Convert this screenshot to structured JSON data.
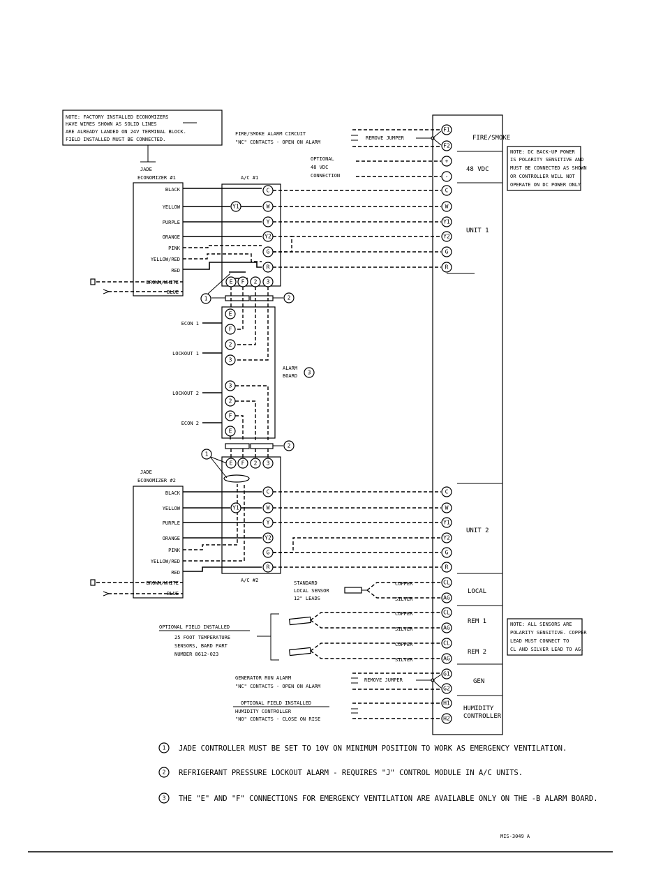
{
  "factory_note": [
    "NOTE: FACTORY INSTALLED ECONOMIZERS",
    "HAVE WIRES SHOWN AS SOLID LINES",
    "ARE ALREADY LANDED ON 24V TERMINAL BLOCK.",
    "FIELD INSTALLED MUST BE CONNECTED."
  ],
  "dc_note": [
    "NOTE: DC BACK-UP POWER",
    "IS POLARITY SENSITIVE AND",
    "MUST BE CONNECTED AS SHOWN",
    "OR CONTROLLER WILL NOT",
    "OPERATE ON DC POWER ONLY"
  ],
  "sensor_note": [
    "NOTE: ALL SENSORS ARE",
    "POLARITY SENSITIVE. COPPER",
    "LEAD MUST CONNECT TO",
    "CL AND SILVER LEAD TO AG."
  ],
  "econ1": {
    "title1": "JADE",
    "title2": "ECONOMIZER #1",
    "unit": "A/C #1"
  },
  "econ2": {
    "title1": "JADE",
    "title2": "ECONOMIZER #2",
    "unit": "A/C #2"
  },
  "econ_wires": [
    "BLACK",
    "YELLOW",
    "PURPLE",
    "ORANGE",
    "PINK",
    "YELLOW/RED",
    "RED",
    "BROWN/WHITE",
    "BLUE"
  ],
  "ac_terminals": [
    "C",
    "W",
    "Y",
    "Y2",
    "G",
    "R"
  ],
  "y1_label": "Y1",
  "efz3": [
    "E",
    "F",
    "2",
    "3"
  ],
  "alarm_board": {
    "title1": "ALARM",
    "title2": "BOARD",
    "econ1": "ECON 1",
    "lockout1": "LOCKOUT 1",
    "lockout2": "LOCKOUT 2",
    "econ2": "ECON 2"
  },
  "fire": {
    "line1": "FIRE/SMOKE ALARM CIRCUIT",
    "line2": "\"NC\" CONTACTS - OPEN ON ALARM",
    "jumper": "REMOVE JUMPER",
    "panel": "FIRE/SMOKE"
  },
  "dc": {
    "line1": "OPTIONAL",
    "line2": "48 VDC",
    "line3": "CONNECTION",
    "panel": "48 VDC"
  },
  "unit1": "UNIT 1",
  "unit2": "UNIT 2",
  "local": {
    "line1": "STANDARD",
    "line2": "LOCAL SENSOR",
    "line3": "12\" LEADS",
    "panel": "LOCAL"
  },
  "field": {
    "line1": "OPTIONAL FIELD INSTALLED",
    "line2": "25 FOOT TEMPERATURE",
    "line3": "SENSORS, BARD PART",
    "line4": "NUMBER 8612-023"
  },
  "copper": "COPPER",
  "silver": "SILVER",
  "rem1": "REM 1",
  "rem2": "REM 2",
  "gen": {
    "line1": "GENERATOR RUN ALARM",
    "line2": "\"NC\" CONTACTS - OPEN ON ALARM",
    "jumper": "REMOVE JUMPER",
    "panel": "GEN"
  },
  "humid": {
    "line1": "OPTIONAL FIELD INSTALLED",
    "line2": "HUMIDITY CONTROLLER",
    "line3": "\"NO\" CONTACTS - CLOSE ON RISE",
    "panel1": "HUMIDITY",
    "panel2": "CONTROLLER"
  },
  "panel_terms": {
    "fire": [
      "F1",
      "F2"
    ],
    "dc": [
      "+",
      "-"
    ],
    "u1": [
      "C",
      "W",
      "Y1",
      "Y2",
      "G",
      "R"
    ],
    "u2": [
      "C",
      "W",
      "Y1",
      "Y2",
      "G",
      "R"
    ],
    "sensors": [
      "CL",
      "AG",
      "CL",
      "AG",
      "CL",
      "AG"
    ],
    "gen": [
      "G1",
      "G2"
    ],
    "humid": [
      "H1",
      "H2"
    ]
  },
  "callout_labels": [
    "1",
    "2",
    "3"
  ],
  "notes": [
    "JADE CONTROLLER MUST BE SET TO 10V ON MINIMUM POSITION TO WORK AS EMERGENCY VENTILATION.",
    "REFRIGERANT PRESSURE LOCKOUT ALARM - REQUIRES \"J\" CONTROL MODULE IN A/C UNITS.",
    "THE \"E\" AND \"F\" CONNECTIONS FOR EMERGENCY VENTILATION ARE AVAILABLE ONLY ON THE -B ALARM BOARD."
  ],
  "drawing_number": "MIS-3049 A"
}
